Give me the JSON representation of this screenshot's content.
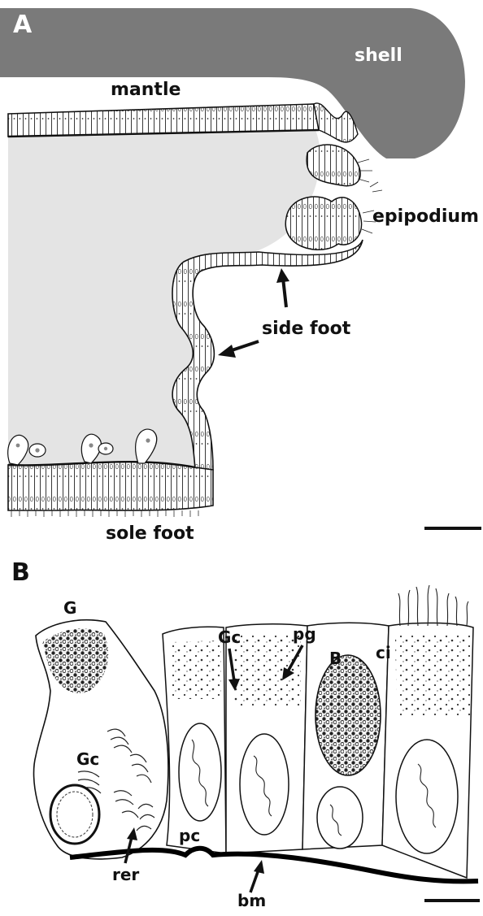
{
  "panel_a": {
    "letter": "A",
    "labels": {
      "shell": "shell",
      "mantle": "mantle",
      "epipodium": "epipodium",
      "side_foot": "side foot",
      "sole_foot": "sole foot"
    }
  },
  "panel_b": {
    "letter": "B",
    "labels": {
      "G": "G",
      "Gc_top": "Gc",
      "pg": "pg",
      "ci": "ci",
      "B": "B",
      "Gc_left": "Gc",
      "pc": "pc",
      "rer": "rer",
      "bm": "bm"
    }
  },
  "colors": {
    "shell": "#7a7a7a",
    "body_interior": "#e4e4e4",
    "ink": "#111111",
    "background": "#ffffff"
  }
}
